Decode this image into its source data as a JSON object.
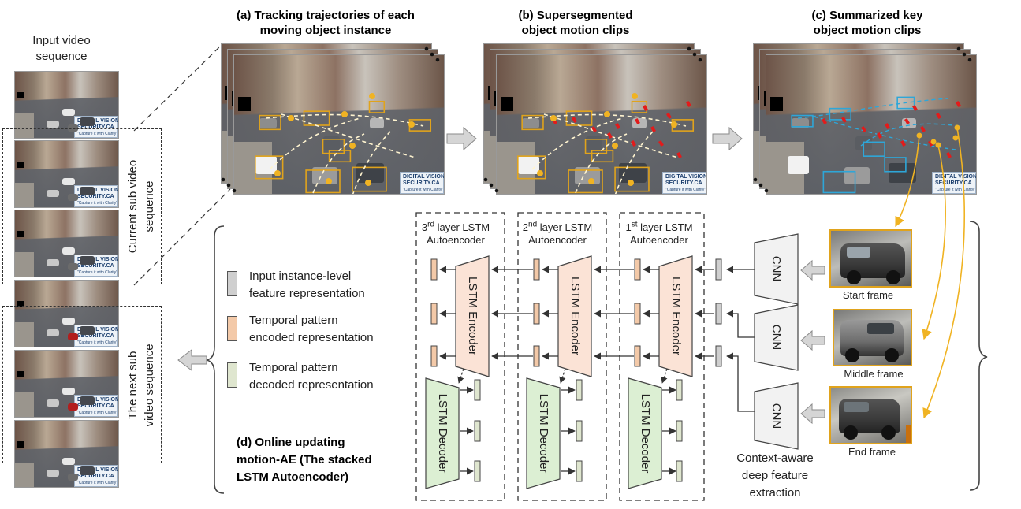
{
  "left_column": {
    "title_line1": "Input video",
    "title_line2": "sequence",
    "current_label_line1": "Current sub video",
    "current_label_line2": "sequence",
    "next_label_line1": "The next sub",
    "next_label_line2": "video sequence"
  },
  "panels": {
    "a": {
      "title_line1": "(a) Tracking trajectories of each",
      "title_line2": "moving object instance"
    },
    "b": {
      "title_line1": "(b) Supersegmented",
      "title_line2": "object motion clips"
    },
    "c": {
      "title_line1": "(c) Summarized key",
      "title_line2": "object motion clips"
    }
  },
  "watermark": {
    "line1": "DIGITAL VISION",
    "line2": "SECURITY.CA",
    "line3": "\"Capture it with Clarity\""
  },
  "legend": {
    "input_line1": "Input instance-level",
    "input_line2": "feature representation",
    "encoded_line1": "Temporal pattern",
    "encoded_line2": "encoded representation",
    "decoded_line1": "Temporal pattern",
    "decoded_line2": "decoded representation"
  },
  "section_d": {
    "line1": "(d) Online updating",
    "line2": "motion-AE (The stacked",
    "line3": "LSTM Autoencoder)"
  },
  "layers": [
    {
      "num": "3",
      "suffix": "rd",
      "rest": " layer LSTM",
      "line2": "Autoencoder"
    },
    {
      "num": "2",
      "suffix": "nd",
      "rest": " layer LSTM",
      "line2": "Autoencoder"
    },
    {
      "num": "1",
      "suffix": "st",
      "rest": " layer LSTM",
      "line2": "Autoencoder"
    }
  ],
  "encoder_label": "LSTM Encoder",
  "decoder_label": "LSTM Decoder",
  "cnn_label": "CNN",
  "frames": {
    "start": "Start frame",
    "middle": "Middle frame",
    "end": "End frame"
  },
  "extraction": {
    "line1": "Context-aware",
    "line2": "deep feature",
    "line3": "extraction"
  },
  "colors": {
    "input_bar": "#cfcfcf",
    "encoded_bar": "#f3c9a8",
    "decoded_bar": "#dfe6cf",
    "encoder_fill": "#fbe3d6",
    "decoder_fill": "#dcefd3",
    "track_box": "#e0a31c",
    "summary_box": "#2ea6d8",
    "segment_mark": "#e21b1b"
  }
}
